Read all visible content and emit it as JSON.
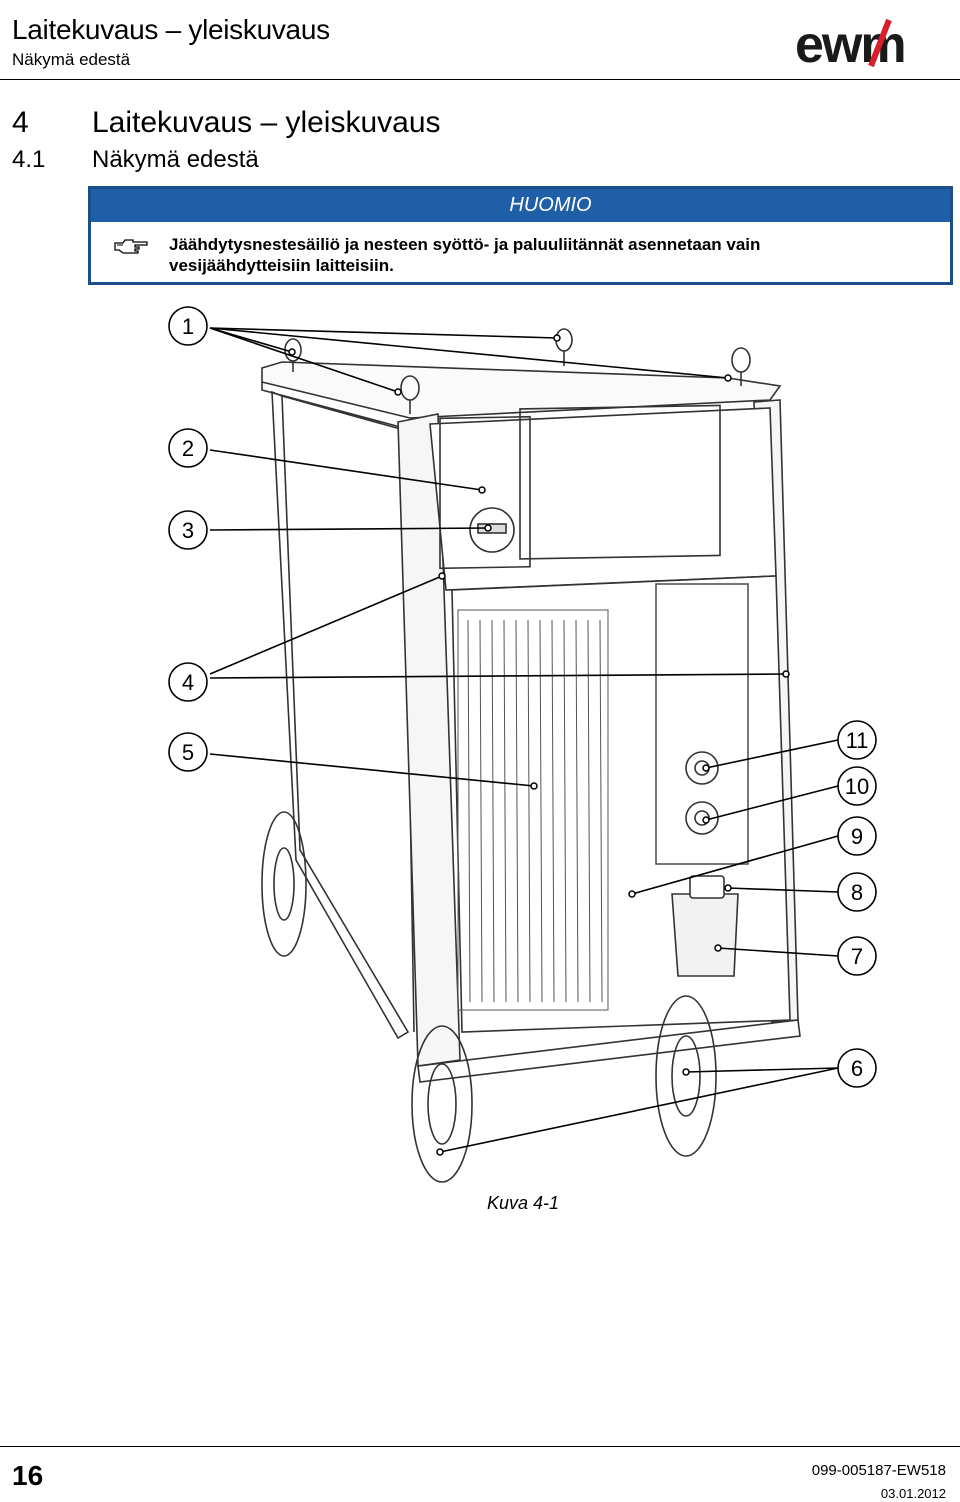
{
  "header": {
    "title": "Laitekuvaus – yleiskuvaus",
    "subtitle": "Näkymä edestä",
    "logo_text": "ewm"
  },
  "chapter": {
    "number": "4",
    "title": "Laitekuvaus – yleiskuvaus"
  },
  "section": {
    "number": "4.1",
    "title": "Näkymä edestä"
  },
  "notice": {
    "label": "HUOMIO",
    "icon": "pointing-hand-icon",
    "line1": "Jäähdytysnestesäiliö ja nesteen syöttö- ja paluuliitännät asennetaan vain",
    "line2": "vesijäähdytteisiin laitteisiin.",
    "colors": {
      "header_bg": "#1f5fa7",
      "border": "#1a4f8c",
      "text": "#ffffff"
    }
  },
  "figure": {
    "callouts_left": [
      "1",
      "2",
      "3",
      "4",
      "5"
    ],
    "callouts_right": [
      "11",
      "10",
      "9",
      "8",
      "7",
      "6"
    ],
    "caption": "Kuva 4-1"
  },
  "footer": {
    "page_number": "16",
    "doc_id": "099-005187-EW518",
    "date": "03.01.2012"
  }
}
